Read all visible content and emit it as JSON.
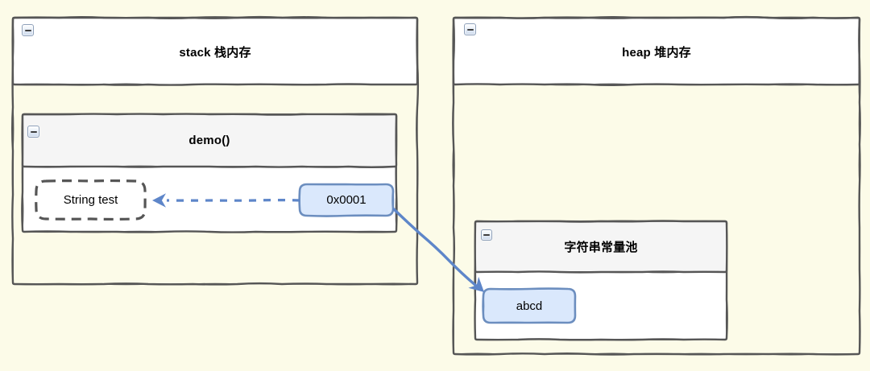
{
  "colors": {
    "background": "#FCFBE8",
    "container_border": "#565656",
    "title_fill_white": "#FFFFFF",
    "title_fill_gray": "#F5F5F5",
    "body_fill_white": "#FFFFFF",
    "node_fill_blue": "#DAE8FC",
    "node_border_blue": "#6C8EBF",
    "arrow_blue": "#5E86C9",
    "text": "#000000"
  },
  "containers": {
    "stack": {
      "title": "stack 栈内存"
    },
    "demo": {
      "title": "demo()"
    },
    "heap": {
      "title": "heap 堆内存"
    },
    "pool": {
      "title": "字符串常量池"
    }
  },
  "nodes": {
    "string_test": {
      "label": "String test",
      "style": "dashed-outline"
    },
    "pointer": {
      "label": "0x0001",
      "style": "blue-rounded"
    },
    "abcd": {
      "label": "abcd",
      "style": "blue-rounded"
    }
  },
  "edges": [
    {
      "from": "pointer",
      "to": "string_test",
      "style": "dashed-arrow"
    },
    {
      "from": "pointer",
      "to": "abcd",
      "style": "solid-arrow"
    }
  ],
  "icons": {
    "collapse": "minus-in-square"
  }
}
